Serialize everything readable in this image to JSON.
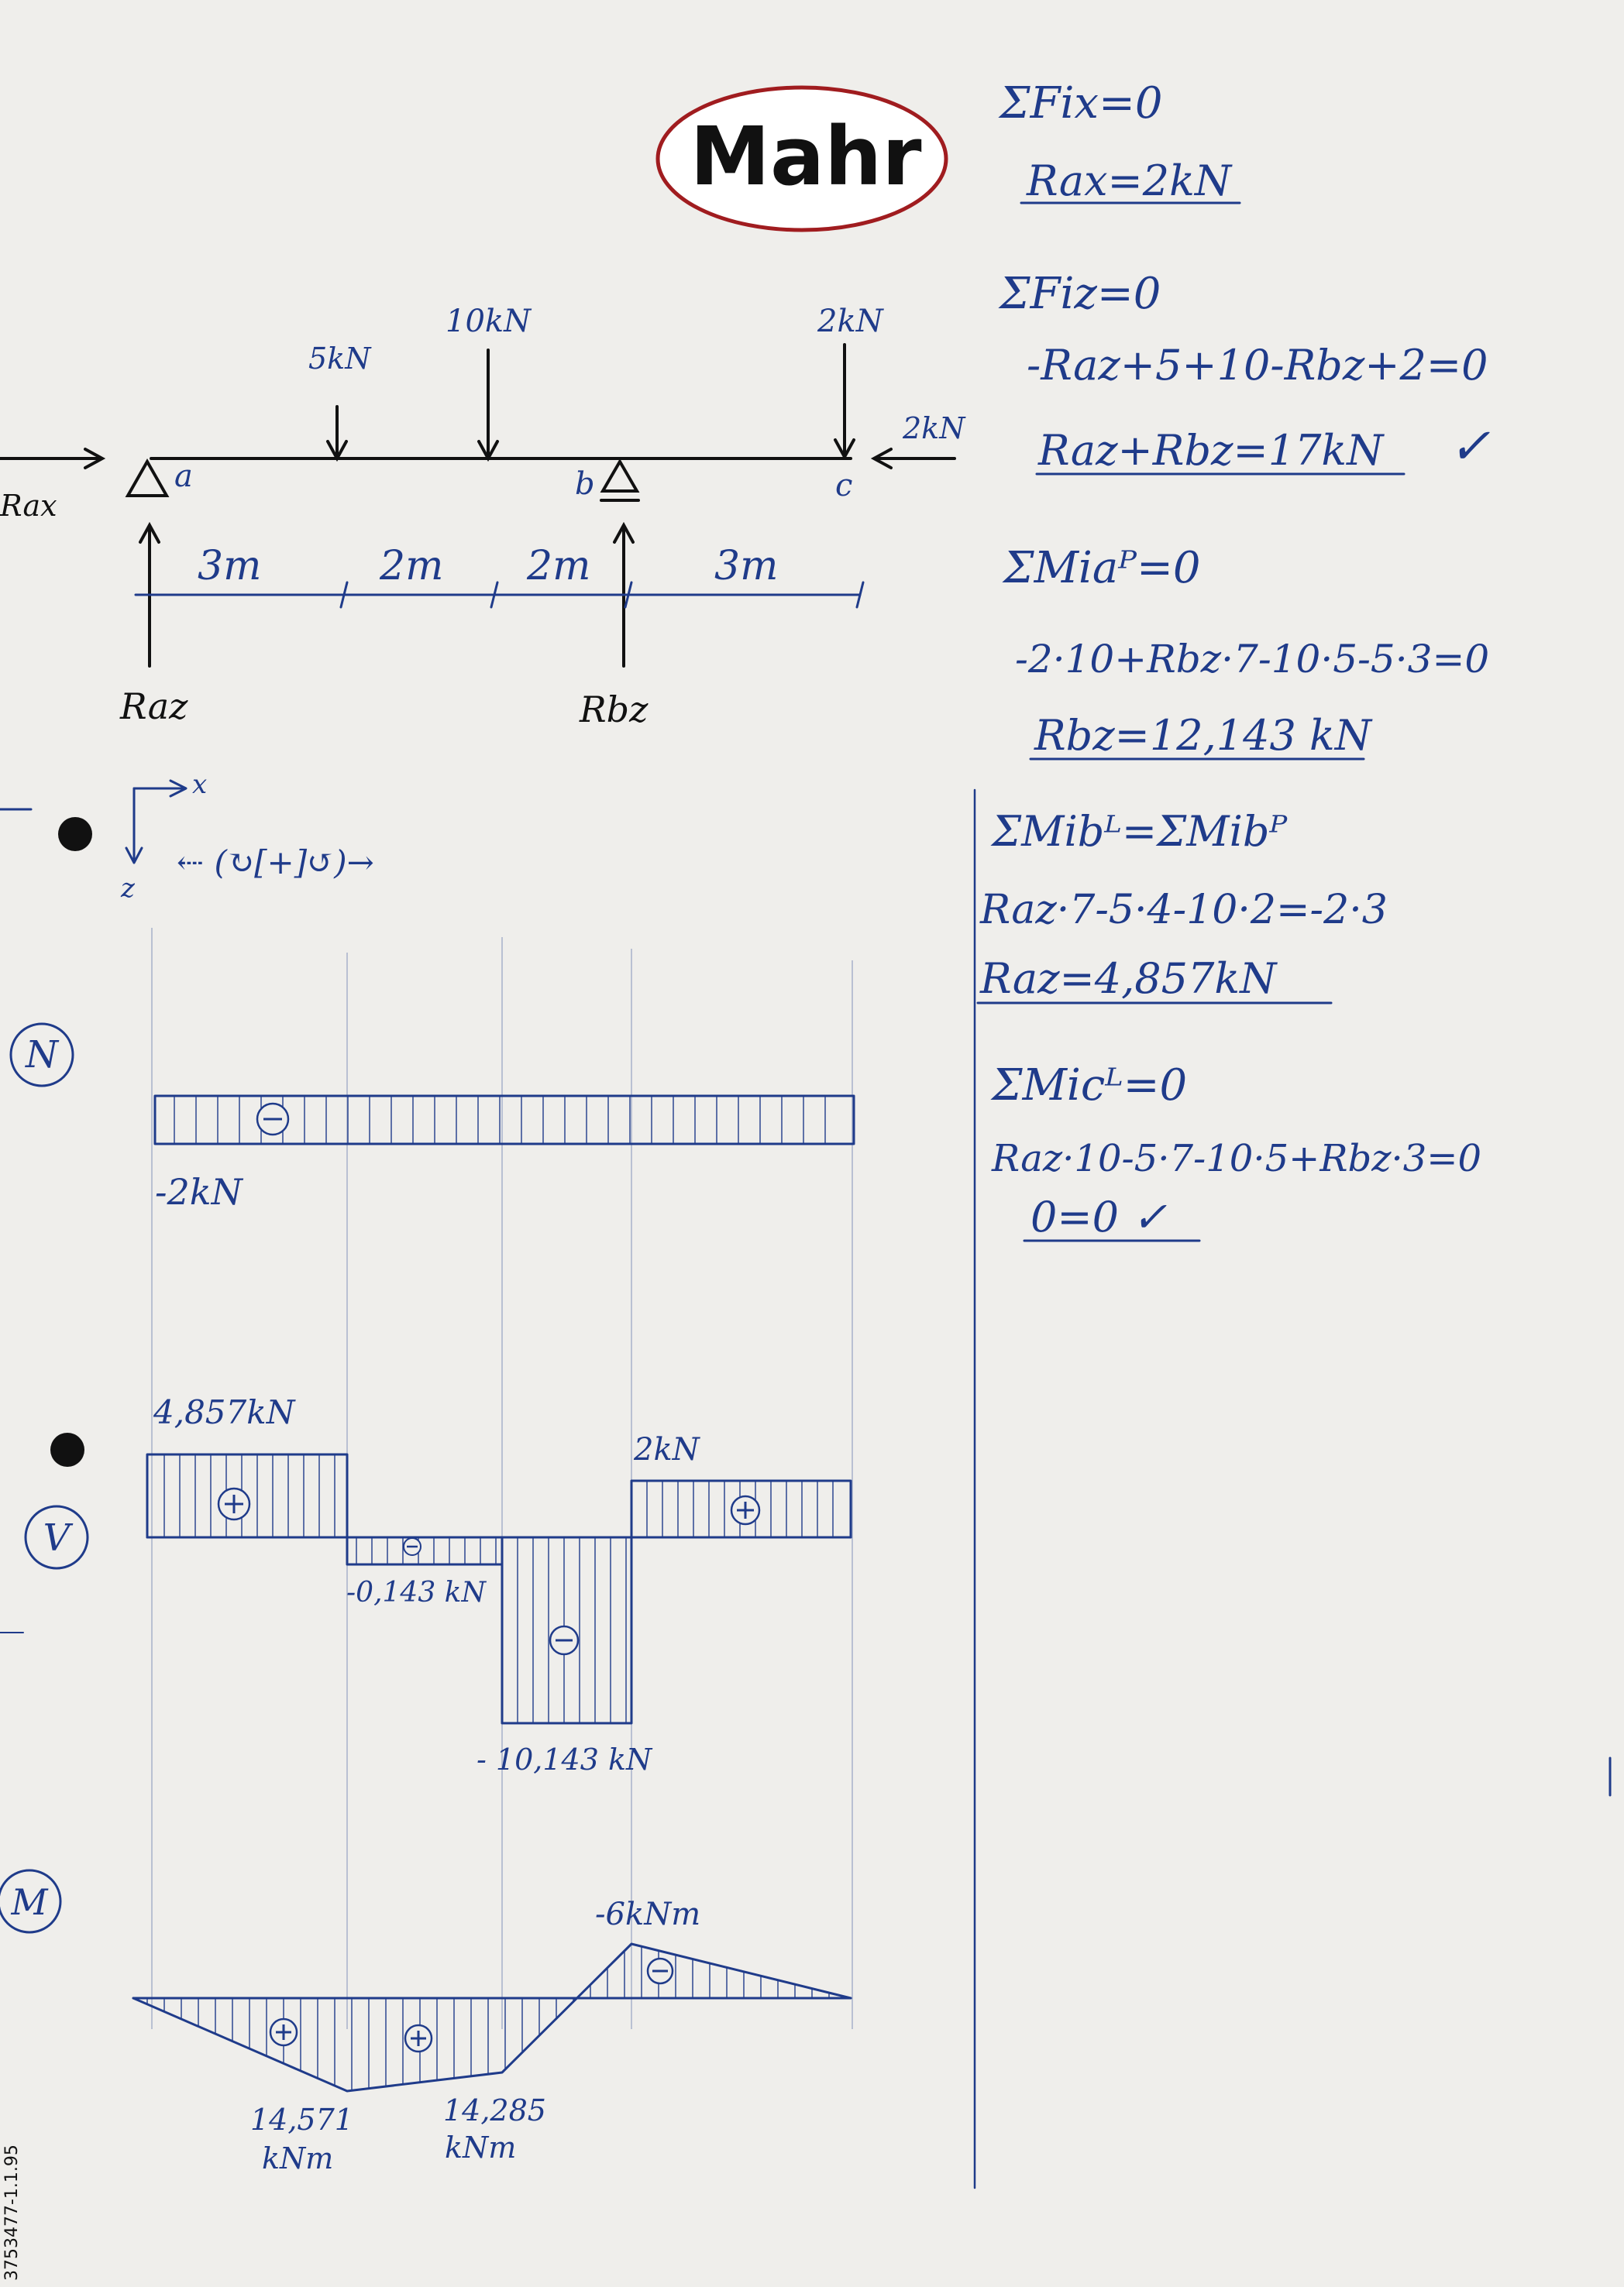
{
  "logo": {
    "text": "Mahr",
    "ring_color": "#a01c1f"
  },
  "beam": {
    "load_5": "5kN",
    "load_10": "10kN",
    "load_2": "2kN",
    "load_h": "2kN",
    "rax": "Rax",
    "raz": "Raz",
    "rbz": "Rbz",
    "node_a": "a",
    "node_b": "b",
    "node_c": "c",
    "seg1": "3m",
    "seg2": "2m",
    "seg3": "2m",
    "seg4": "3m"
  },
  "coords": {
    "x": "x",
    "z": "z",
    "sign": "⇠ (↻[+]↺)→"
  },
  "labels": {
    "n": "N",
    "v": "V",
    "m": "M"
  },
  "n_diagram": {
    "value": "-2kN",
    "sign": "⊖"
  },
  "v_diagram": {
    "v1": "4,857kN",
    "v2": "-0,143 kN",
    "v3": "- 10,143 kN",
    "v4": "2kN",
    "plus": "⊕",
    "minus": "⊖"
  },
  "m_diagram": {
    "m1a": "14,571",
    "m1b": "kNm",
    "m2a": "14,285",
    "m2b": "kNm",
    "m3": "-6kNm",
    "plus": "⊕",
    "minus": "⊖"
  },
  "eqs": {
    "e1": "ΣFix=0",
    "e2": "Rax=2kN",
    "e3": "ΣFiz=0",
    "e4": "-Raz+5+10-Rbz+2=0",
    "e5": "Raz+Rbz=17kN",
    "check1": "✓",
    "e6": "ΣMiaᴾ=0",
    "e7": "-2·10+Rbz·7-10·5-5·3=0",
    "e8": "Rbz=12,143 kN",
    "e9": "ΣMibᴸ=ΣMibᴾ",
    "e10": "Raz·7-5·4-10·2=-2·3",
    "e11": "Raz=4,857kN",
    "e12": "ΣMicᴸ=0",
    "e13": "Raz·10-5·7-10·5+Rbz·3=0",
    "e14": "0=0 ✓"
  },
  "margin": {
    "code": "3753477-1.1.95"
  }
}
